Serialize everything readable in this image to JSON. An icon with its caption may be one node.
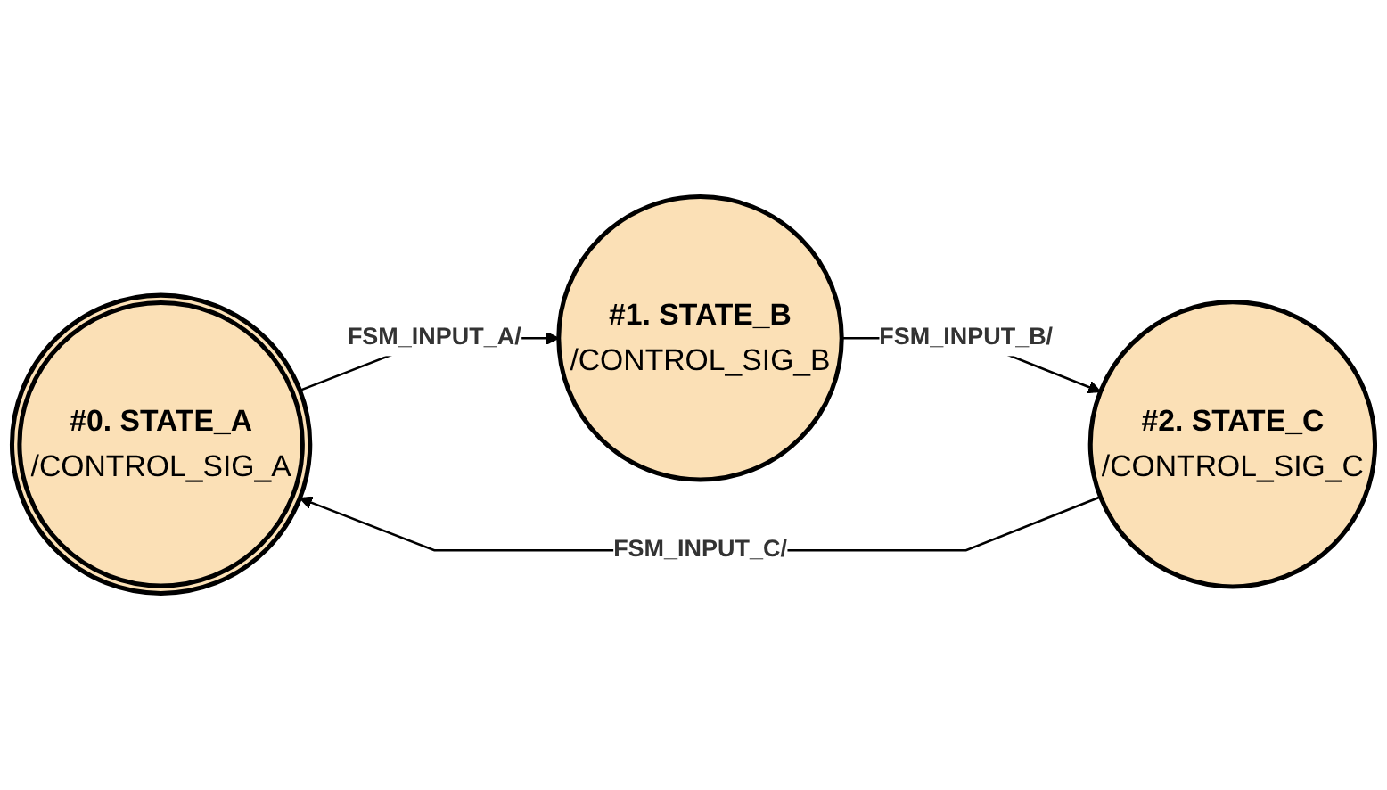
{
  "diagram": {
    "nodes": [
      {
        "text": [
          "#0. STATE_A",
          "/CONTROL_SIG_A"
        ]
      },
      {
        "text": [
          "#1. STATE_B",
          "/CONTROL_SIG_B"
        ]
      },
      {
        "text": [
          "#2. STATE_C",
          "/CONTROL_SIG_C"
        ]
      }
    ],
    "edges": [
      {
        "from": 0,
        "to": 1,
        "arrow": "to",
        "label": "FSM_INPUT_A/"
      },
      {
        "from": 1,
        "to": 2,
        "arrow": "to",
        "label": "FSM_INPUT_B/"
      },
      {
        "from": 2,
        "to": 0,
        "arrow": "to",
        "label": "FSM_INPUT_C/"
      }
    ]
  }
}
